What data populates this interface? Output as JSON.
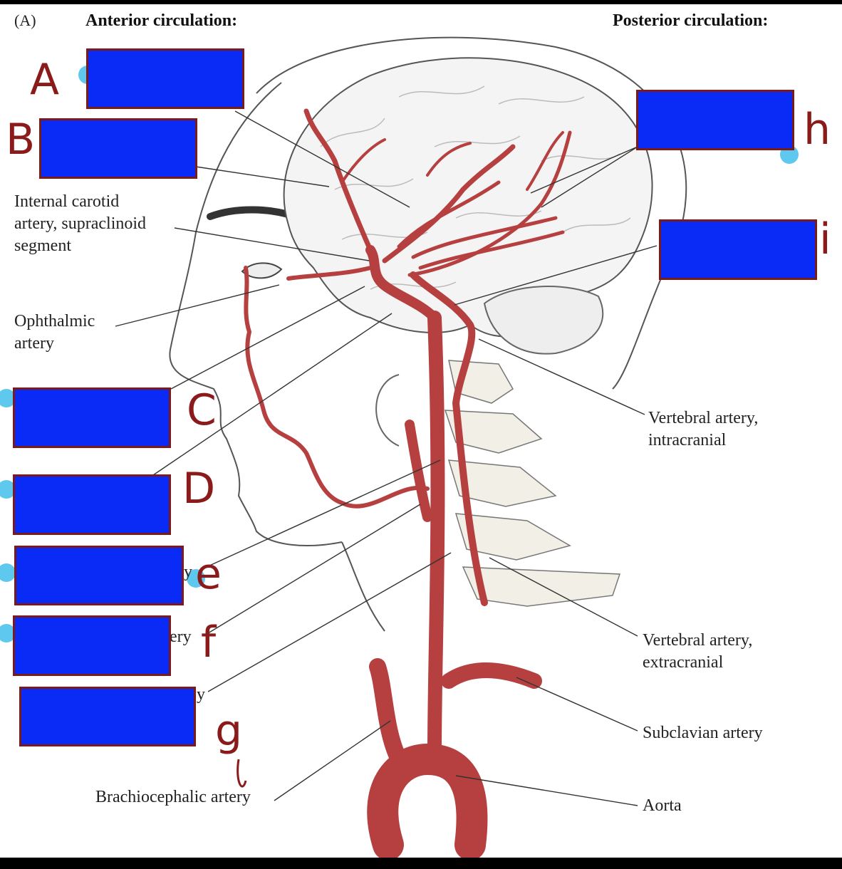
{
  "panel_letter": "(A)",
  "headings": {
    "anterior": "Anterior circulation:",
    "posterior": "Posterior circulation:"
  },
  "labels": {
    "internal_carotid_supraclinoid": "Internal carotid\nartery, supraclinoid\nsegment",
    "ophthalmic": "Ophthalmic\nartery",
    "vertebral_intracranial": "Vertebral artery,\nintracranial",
    "vertebral_extracranial": "Vertebral artery,\nextracranial",
    "subclavian": "Subclavian artery",
    "aorta": "Aorta",
    "brachiocephalic": "Brachiocephalic artery"
  },
  "label_fragments": {
    "e_tail": "y",
    "f_tail": "ery",
    "g_tail": "y"
  },
  "handwritten_letters": [
    "A",
    "B",
    "C",
    "D",
    "e",
    "f",
    "g",
    "h",
    "i"
  ],
  "colors": {
    "mask_box": "#0a2af5",
    "mask_border": "#7a1a1a",
    "artery": "#b5403f",
    "handwriting": "#8b1a1a",
    "highlight_dot": "#5fc8ef"
  }
}
